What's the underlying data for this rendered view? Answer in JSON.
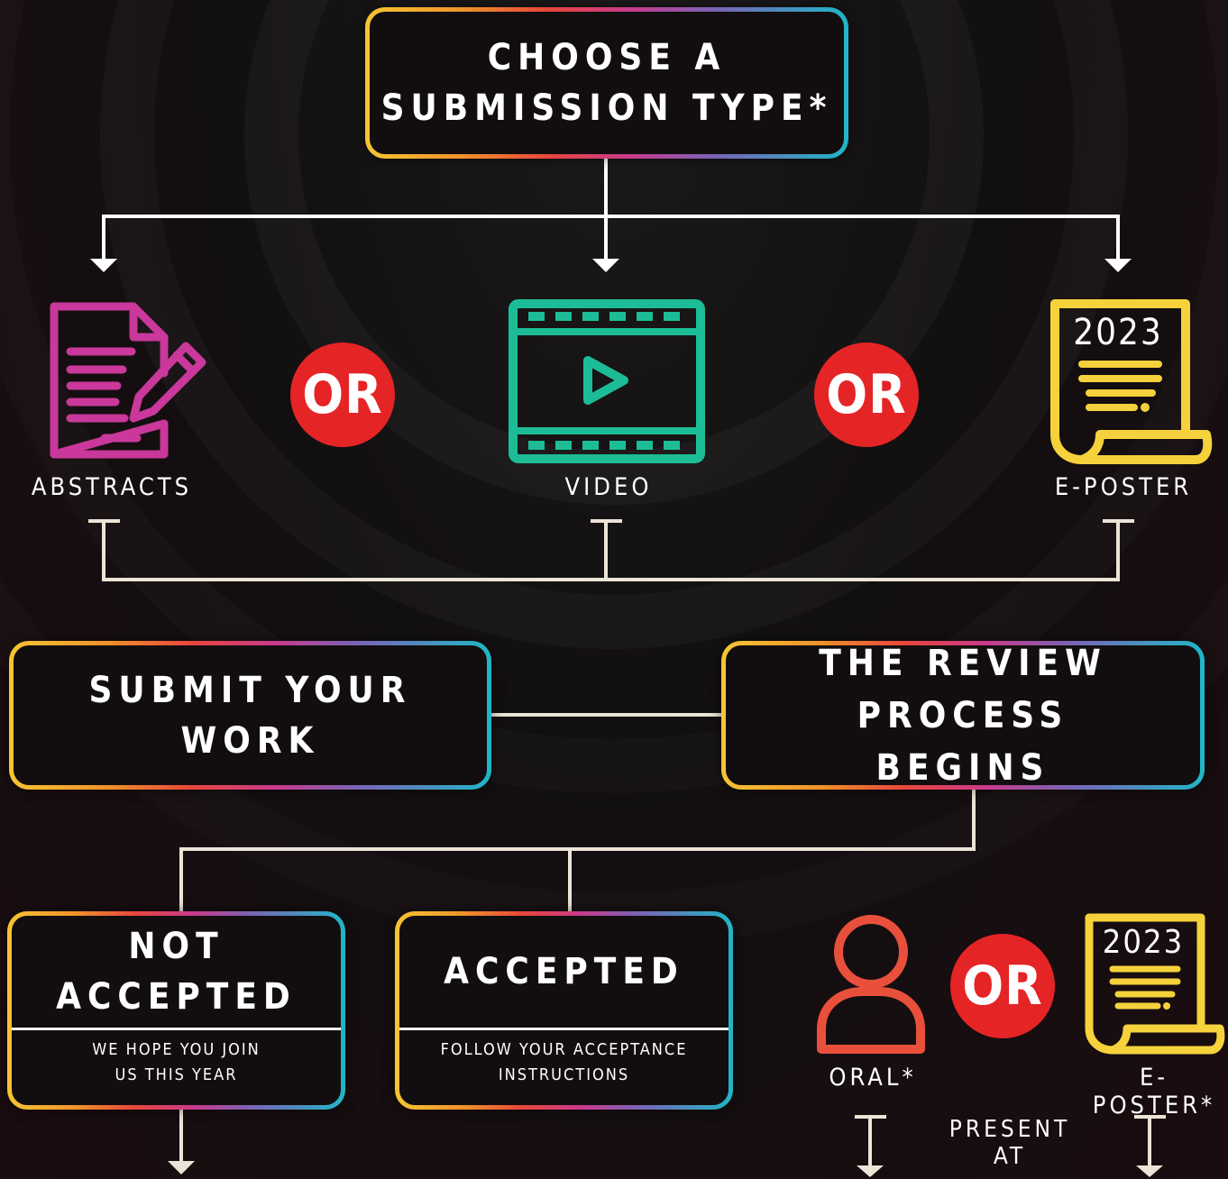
{
  "start_box": {
    "line1": "CHOOSE A",
    "line2": "SUBMISSION TYPE*"
  },
  "types": [
    {
      "label": "ABSTRACTS",
      "icon": "document-pencil-icon",
      "color": "#c9389a"
    },
    {
      "label": "VIDEO",
      "icon": "video-play-icon",
      "color": "#1cbd96"
    },
    {
      "label": "E-POSTER",
      "icon": "poster-scroll-icon",
      "color": "#f5d23c",
      "year": "2023"
    }
  ],
  "or_label": "OR",
  "submit_box": {
    "title": "SUBMIT YOUR WORK"
  },
  "review_box": {
    "line1": "THE REVIEW PROCESS",
    "line2": "BEGINS"
  },
  "not_accepted_box": {
    "line1": "NOT",
    "line2": "ACCEPTED",
    "sub1": "WE HOPE YOU JOIN",
    "sub2": "US THIS YEAR"
  },
  "accepted_box": {
    "title": "ACCEPTED",
    "sub1": "FOLLOW YOUR ACCEPTANCE",
    "sub2": "INSTRUCTIONS"
  },
  "present_options": [
    {
      "label": "ORAL*",
      "icon": "person-icon",
      "color": "#e9503b"
    },
    {
      "label": "E-POSTER*",
      "icon": "poster-scroll-icon",
      "color": "#f5d23c",
      "year": "2023"
    }
  ],
  "present_at": "PRESENT AT",
  "colors": {
    "or_red": "#e52426",
    "connector_white": "#ffffff",
    "connector_cream": "#ece4d6",
    "box_fill": "#120e0f"
  }
}
